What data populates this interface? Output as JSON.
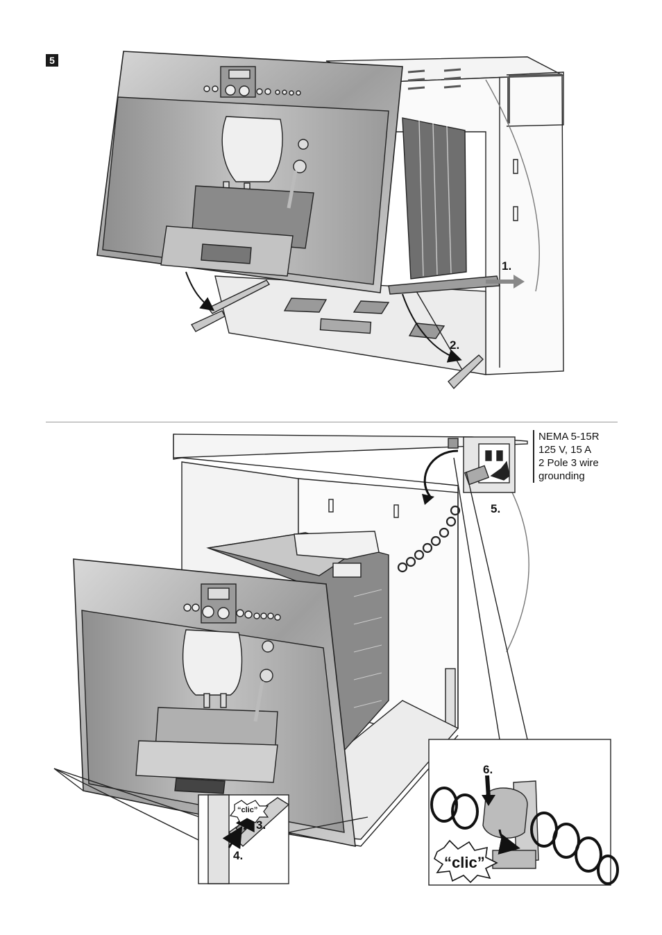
{
  "figure": {
    "step_number": "5",
    "step_labels": {
      "s1": "1.",
      "s2": "2.",
      "s3": "3.",
      "s4": "4.",
      "s5": "5.",
      "s6": "6."
    },
    "outlet_spec": {
      "line1": "NEMA 5-15R",
      "line2": "125 V, 15 A",
      "line3": "2 Pole 3 wire",
      "line4": "grounding"
    },
    "clic_small": "“clic”",
    "clic_big": "“clic”"
  },
  "colors": {
    "line": "#222222",
    "steel": "#b9b9b9",
    "steel_dark": "#8d8d8d",
    "panel": "#a9a9a9",
    "light": "#e6e6e6"
  }
}
